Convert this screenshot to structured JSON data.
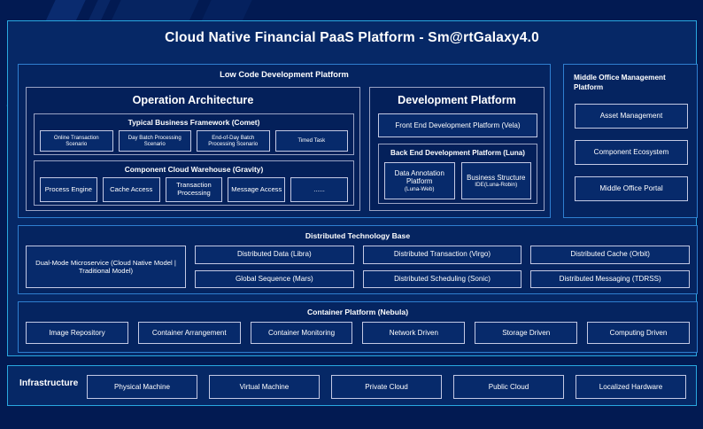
{
  "title": "Cloud Native Financial PaaS Platform - Sm@rtGalaxy4.0",
  "colors": {
    "page_background": "#021a52",
    "panel_background": "#062866",
    "accent_border": "#29a8e0",
    "node_border": "#c3c9e4",
    "text": "#ffffff"
  },
  "low_code": {
    "title": "Low Code Development Platform",
    "operation_architecture": {
      "title": "Operation Architecture",
      "typical_business_framework": {
        "title": "Typical Business Framework (Comet)",
        "items": [
          "Online Transaction Scenario",
          "Day Batch Processing Scenario",
          "End-of-Day Batch Processing Scenario",
          "Timed Task"
        ]
      },
      "component_cloud_warehouse": {
        "title": "Component Cloud Warehouse (Gravity)",
        "items": [
          "Process Engine",
          "Cache Access",
          "Transaction Processing",
          "Message Access",
          "......"
        ]
      }
    },
    "development_platform": {
      "title": "Development Platform",
      "front_end": "Front End Development Platform (Vela)",
      "back_end": {
        "title": "Back End Development Platform (Luna)",
        "items": [
          {
            "name": "Data Annotation Platform",
            "sub": "(Luna-Web)"
          },
          {
            "name": "Business Structure",
            "sub": "IDE(Luna-Robin)"
          }
        ]
      }
    }
  },
  "middle_office": {
    "title": "Middle Office Management Platform",
    "items": [
      "Asset Management",
      "Component Ecosystem",
      "Middle Office Portal"
    ]
  },
  "distributed_technology_base": {
    "title": "Distributed Technology Base",
    "featured": "Dual-Mode Microservice (Cloud Native Model | Traditional Model)",
    "columns": [
      {
        "top": "Distributed Data (Libra)",
        "bottom": "Global Sequence (Mars)"
      },
      {
        "top": "Distributed Transaction (Virgo)",
        "bottom": "Distributed Scheduling (Sonic)"
      },
      {
        "top": "Distributed Cache (Orbit)",
        "bottom": "Distributed Messaging (TDRSS)"
      }
    ]
  },
  "container_platform": {
    "title": "Container Platform (Nebula)",
    "items": [
      "Image Repository",
      "Container Arrangement",
      "Container Monitoring",
      "Network Driven",
      "Storage Driven",
      "Computing Driven"
    ]
  },
  "infrastructure": {
    "label": "Infrastructure",
    "items": [
      "Physical Machine",
      "Virtual Machine",
      "Private Cloud",
      "Public Cloud",
      "Localized Hardware"
    ]
  }
}
